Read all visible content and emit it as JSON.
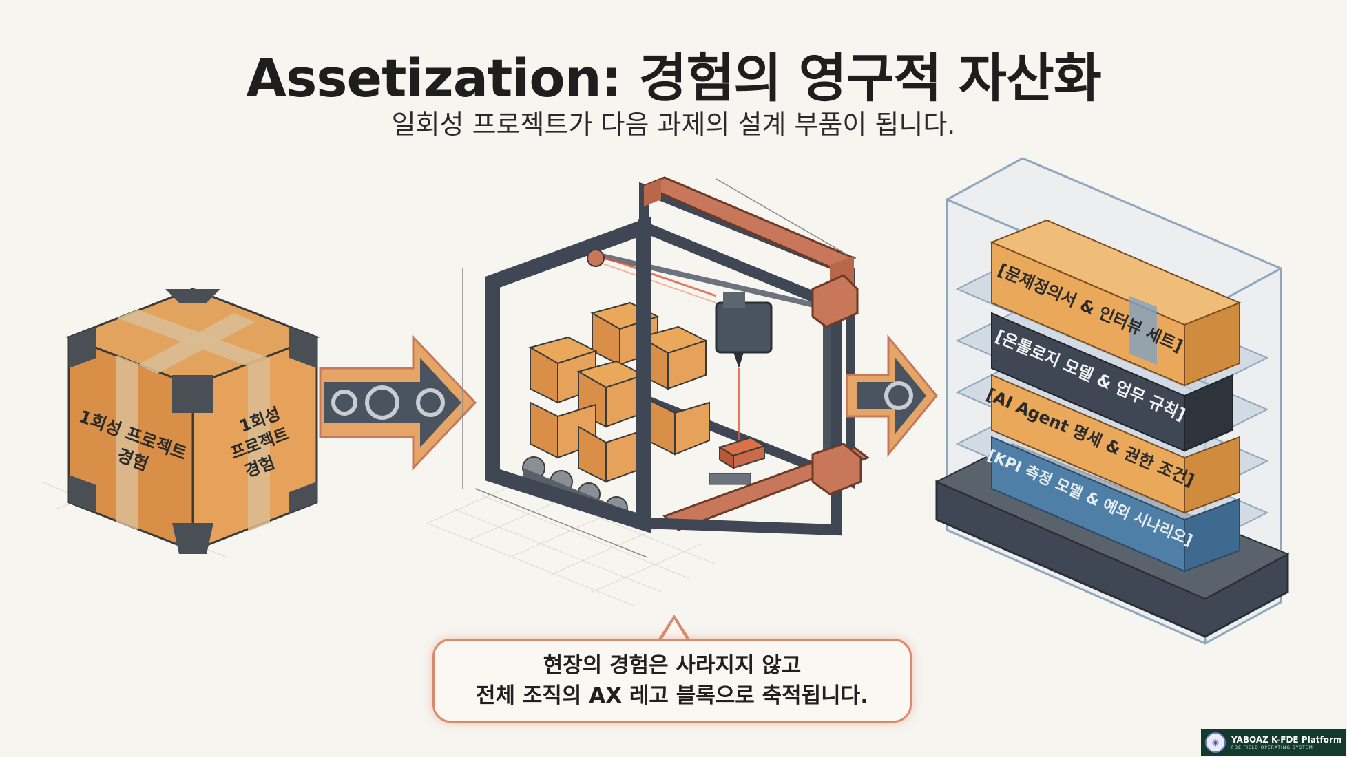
{
  "header": {
    "title": "Assetization: 경험의 영구적 자산화",
    "subtitle": "일회성 프로젝트가 다음 과제의 설계 부품이 됩니다."
  },
  "left_box": {
    "front_label_line1": "1회성 프로젝트",
    "front_label_line2": "경험",
    "side_label_line1": "1회성",
    "side_label_line2": "프로젝트",
    "side_label_line3": "경험"
  },
  "shelves": [
    {
      "label": "[문제정의서 & 인터뷰 세트]",
      "color": "#e9a85a"
    },
    {
      "label": "[온톨로지 모델 & 업무 규칙]",
      "color": "#3f4754"
    },
    {
      "label": "[AI Agent 명세 & 권한 조건]",
      "color": "#e9a85a"
    },
    {
      "label": "[KPI 측정 모델 & 예외 시나리오]",
      "color": "#4f7fa6"
    }
  ],
  "callout": {
    "line1": "현장의 경험은 사라지지 않고",
    "line2": "전체 조직의 AX 레고 블록으로 축적됩니다."
  },
  "badge": {
    "name": "YABOAZ K-FDE Platform",
    "subtitle": "FDE FIELD OPERATING SYSTEM"
  },
  "colors": {
    "orange": "#e9a85a",
    "copper": "#c9775a",
    "steel": "#4a5360",
    "accent_line": "#d98a6a"
  },
  "icons": [
    "gear-icon",
    "arrow-right-icon",
    "logo-icon"
  ]
}
